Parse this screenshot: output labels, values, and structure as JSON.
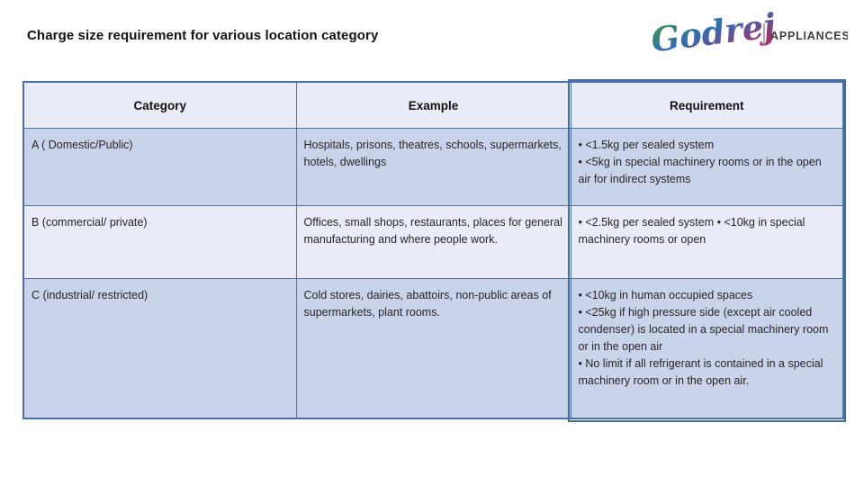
{
  "title": "Charge size requirement for various location category",
  "logo": {
    "brand": "Godrej",
    "division": "APPLIANCES"
  },
  "table": {
    "headers": [
      "Category",
      "Example",
      "Requirement"
    ],
    "rows": [
      {
        "category": "A ( Domestic/Public)",
        "example": "Hospitals, prisons, theatres, schools, supermarkets, hotels, dwellings",
        "requirement": "• <1.5kg per sealed system\n• <5kg in special machinery rooms or in the open air for indirect systems"
      },
      {
        "category": "B (commercial/ private)",
        "example": "Offices, small shops, restaurants, places for general manufacturing and where people work.",
        "requirement": "• <2.5kg per sealed system • <10kg in special machinery rooms or open"
      },
      {
        "category": "C (industrial/ restricted)",
        "example": "Cold stores, dairies, abattoirs, non-public areas of supermarkets, plant rooms.",
        "requirement": "• <10kg in human occupied spaces\n• <25kg if high pressure side (except air cooled condenser) is located in a special machinery room or in the open air\n• No limit if all refrigerant is contained in a special machinery room or in the open air."
      }
    ]
  },
  "colors": {
    "table_border": "#4b72a8",
    "row_dark_fill": "#c9d3ea",
    "row_light_fill": "#e9ecf6",
    "brand_green": "#3f9c35",
    "brand_blue": "#2f6db5",
    "brand_magenta": "#c21f5e",
    "appliances_text": "#3d3d3d"
  }
}
